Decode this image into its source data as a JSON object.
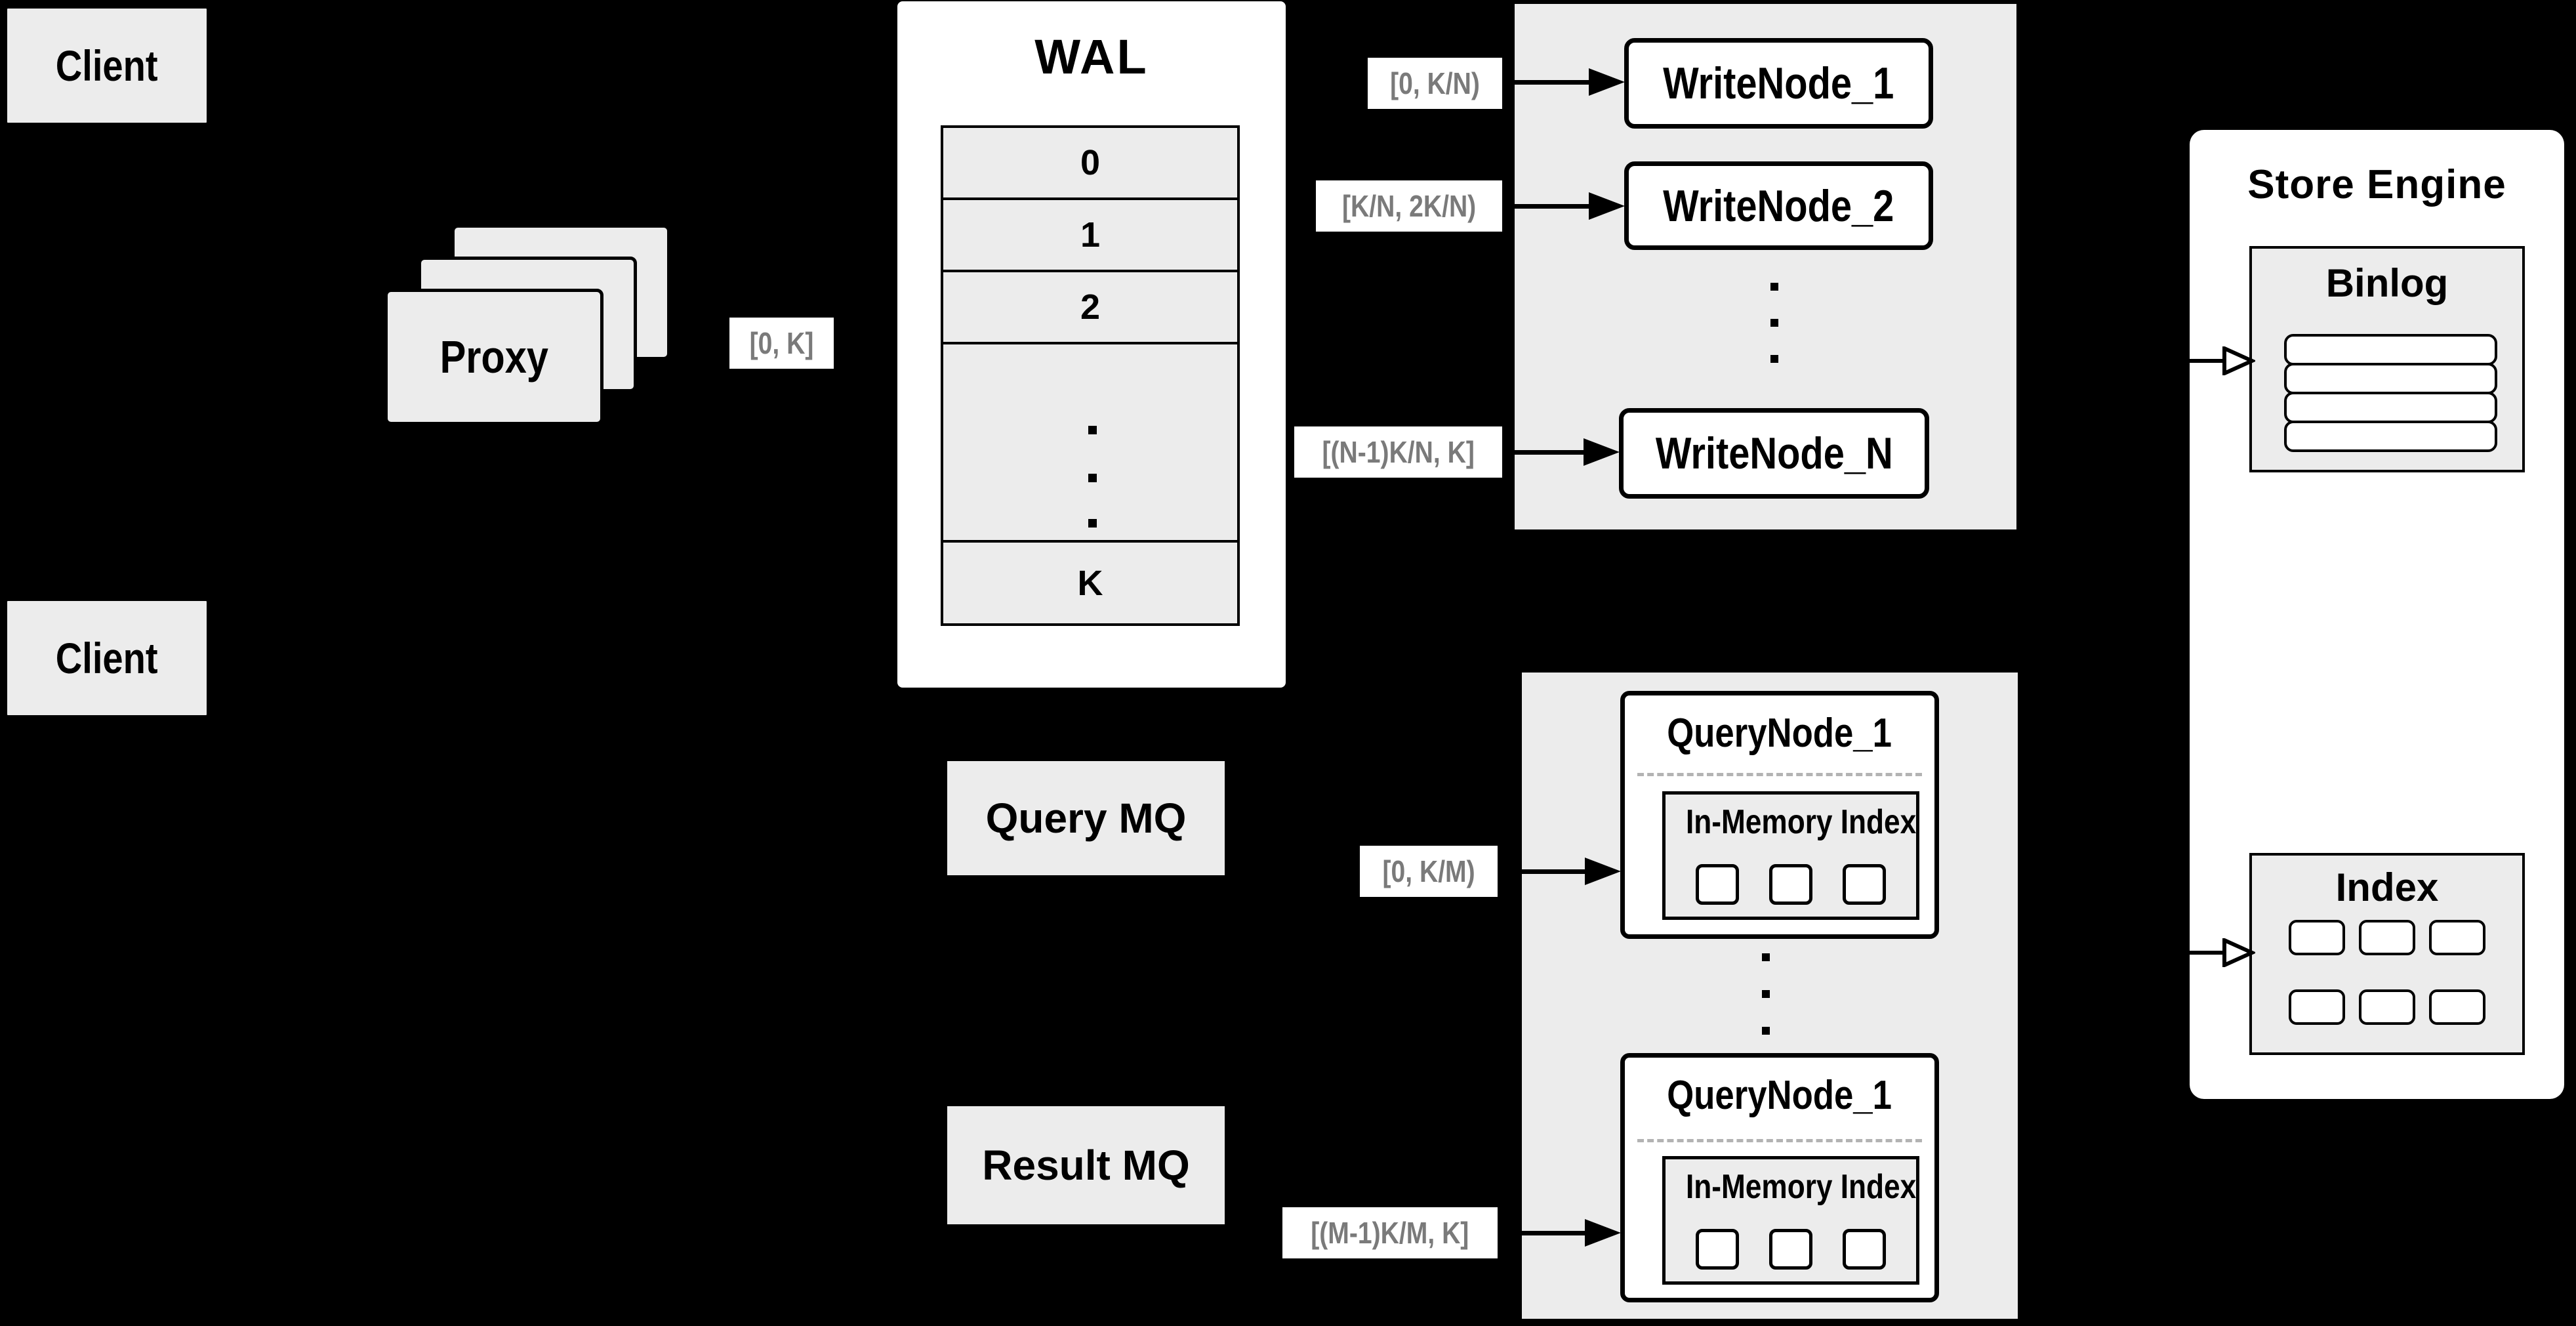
{
  "colors": {
    "background": "#000000",
    "panel_fill": "#ececec",
    "node_fill": "#ffffff",
    "border": "#000000",
    "range_text": "#7a7a7a",
    "dashed_divider": "#b3b3b3"
  },
  "clients": {
    "top": "Client",
    "bottom": "Client"
  },
  "proxy": {
    "label": "Proxy",
    "range_label": "[0, K]"
  },
  "wal": {
    "title": "WAL",
    "slots": [
      "0",
      "1",
      "2",
      "K"
    ]
  },
  "write_cluster": {
    "nodes": [
      {
        "range": "[0, K/N)",
        "label": "WriteNode_1"
      },
      {
        "range": "[K/N, 2K/N)",
        "label": "WriteNode_2"
      },
      {
        "range": "[(N-1)K/N, K]",
        "label": "WriteNode_N"
      }
    ]
  },
  "mq": {
    "query": "Query MQ",
    "result": "Result MQ"
  },
  "query_cluster": {
    "nodes": [
      {
        "range": "[0, K/M)",
        "label": "QueryNode_1",
        "inner_label": "In-Memory Index"
      },
      {
        "range": "[(M-1)K/M, K]",
        "label": "QueryNode_1",
        "inner_label": "In-Memory Index"
      }
    ]
  },
  "store_engine": {
    "title": "Store Engine",
    "binlog_title": "Binlog",
    "index_title": "Index"
  }
}
